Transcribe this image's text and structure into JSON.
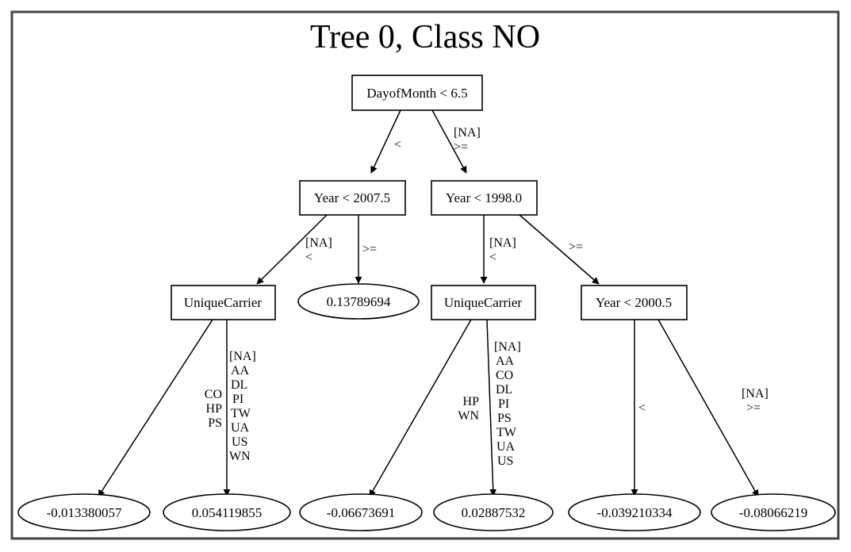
{
  "title": "Tree 0, Class NO",
  "frame": {
    "color": "#464646"
  },
  "chart_data": {
    "type": "diagram",
    "diagram_kind": "decision-tree",
    "title": "Tree 0, Class NO",
    "nodes": [
      {
        "id": "n0",
        "shape": "box",
        "label": "DayofMonth < 6.5",
        "level": 0
      },
      {
        "id": "n1",
        "shape": "box",
        "label": "Year < 2007.5",
        "level": 1
      },
      {
        "id": "n2",
        "shape": "box",
        "label": "Year < 1998.0",
        "level": 1
      },
      {
        "id": "n3",
        "shape": "box",
        "label": "UniqueCarrier",
        "level": 2
      },
      {
        "id": "n4",
        "shape": "ellipse",
        "label": "0.13789694",
        "level": 2
      },
      {
        "id": "n5",
        "shape": "box",
        "label": "UniqueCarrier",
        "level": 2
      },
      {
        "id": "n6",
        "shape": "box",
        "label": "Year < 2000.5",
        "level": 2
      },
      {
        "id": "n7",
        "shape": "ellipse",
        "label": "-0.013380057",
        "level": 3
      },
      {
        "id": "n8",
        "shape": "ellipse",
        "label": "0.054119855",
        "level": 3
      },
      {
        "id": "n9",
        "shape": "ellipse",
        "label": "-0.06673691",
        "level": 3
      },
      {
        "id": "n10",
        "shape": "ellipse",
        "label": "0.02887532",
        "level": 3
      },
      {
        "id": "n11",
        "shape": "ellipse",
        "label": "-0.039210334",
        "level": 3
      },
      {
        "id": "n12",
        "shape": "ellipse",
        "label": "-0.08066219",
        "level": 3
      }
    ],
    "edges": [
      {
        "from": "n0",
        "to": "n1",
        "label": "<"
      },
      {
        "from": "n0",
        "to": "n2",
        "label": "[NA]\n>="
      },
      {
        "from": "n1",
        "to": "n3",
        "label": "[NA]\n<"
      },
      {
        "from": "n1",
        "to": "n4",
        "label": ">="
      },
      {
        "from": "n2",
        "to": "n5",
        "label": "[NA]\n<"
      },
      {
        "from": "n2",
        "to": "n6",
        "label": ">="
      },
      {
        "from": "n3",
        "to": "n7",
        "label": "CO\nHP\nPS"
      },
      {
        "from": "n3",
        "to": "n8",
        "label": "[NA]\nAA\nDL\nPI\nTW\nUA\nUS\nWN"
      },
      {
        "from": "n5",
        "to": "n9",
        "label": "HP\nWN"
      },
      {
        "from": "n5",
        "to": "n10",
        "label": "[NA]\nAA\nCO\nDL\nPI\nPS\nTW\nUA\nUS"
      },
      {
        "from": "n6",
        "to": "n11",
        "label": "<"
      },
      {
        "from": "n6",
        "to": "n12",
        "label": "[NA]\n>="
      }
    ]
  },
  "nodes": {
    "root": {
      "label": "DayofMonth < 6.5"
    },
    "year_2007": {
      "label": "Year < 2007.5"
    },
    "year_1998": {
      "label": "Year < 1998.0"
    },
    "carrier_left": {
      "label": "UniqueCarrier"
    },
    "leaf_013789694": {
      "label": "0.13789694"
    },
    "carrier_right": {
      "label": "UniqueCarrier"
    },
    "year_2000": {
      "label": "Year < 2000.5"
    },
    "leaf_1": {
      "label": "-0.013380057"
    },
    "leaf_2": {
      "label": "0.054119855"
    },
    "leaf_3": {
      "label": "-0.06673691"
    },
    "leaf_4": {
      "label": "0.02887532"
    },
    "leaf_5": {
      "label": "-0.039210334"
    },
    "leaf_6": {
      "label": "-0.08066219"
    }
  },
  "edge_labels": {
    "root_left": "<",
    "root_right_na": "[NA]",
    "root_right_ge": ">=",
    "y2007_left_na": "[NA]",
    "y2007_left_lt": "<",
    "y2007_right_ge": ">=",
    "y1998_left_na": "[NA]",
    "y1998_left_lt": "<",
    "y1998_right_ge": ">=",
    "carrierL_left": [
      "CO",
      "HP",
      "PS"
    ],
    "carrierL_right": [
      "[NA]",
      "AA",
      "DL",
      "PI",
      "TW",
      "UA",
      "US",
      "WN"
    ],
    "carrierR_left": [
      "HP",
      "WN"
    ],
    "carrierR_right": [
      "[NA]",
      "AA",
      "CO",
      "DL",
      "PI",
      "PS",
      "TW",
      "UA",
      "US"
    ],
    "y2000_left_lt": "<",
    "y2000_right_na": "[NA]",
    "y2000_right_ge": ">="
  }
}
